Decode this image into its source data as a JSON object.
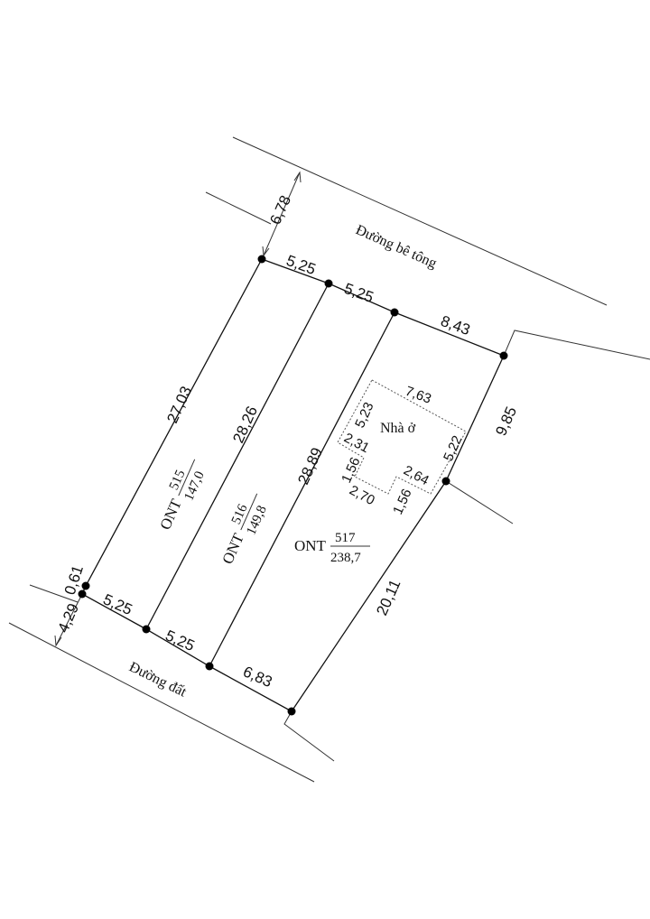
{
  "roads": {
    "top": "Đường bê tông",
    "bottom": "Đường đất"
  },
  "road_widths": {
    "top": "6,78",
    "bottom": "4,29"
  },
  "top_edges": [
    "5,25",
    "5,25",
    "8,43"
  ],
  "bottom_edges": [
    "5,25",
    "5,25",
    "6,83"
  ],
  "side_edges": {
    "plot515": "27,03",
    "divider_515_516": "28,26",
    "divider_516_517": "28,89",
    "right_upper": "9,85",
    "right_lower": "20,11",
    "corner_offset": "0,61"
  },
  "parcels": [
    {
      "land_type": "ONT",
      "number": "515",
      "area": "147,0"
    },
    {
      "land_type": "ONT",
      "number": "516",
      "area": "149,8"
    },
    {
      "land_type": "ONT",
      "number": "517",
      "area": "238,7"
    }
  ],
  "house": {
    "label": "Nhà ở",
    "dims": [
      "7,63",
      "5,23",
      "2,31",
      "1,56",
      "2,70",
      "1,56",
      "2,64",
      "5,22"
    ]
  }
}
